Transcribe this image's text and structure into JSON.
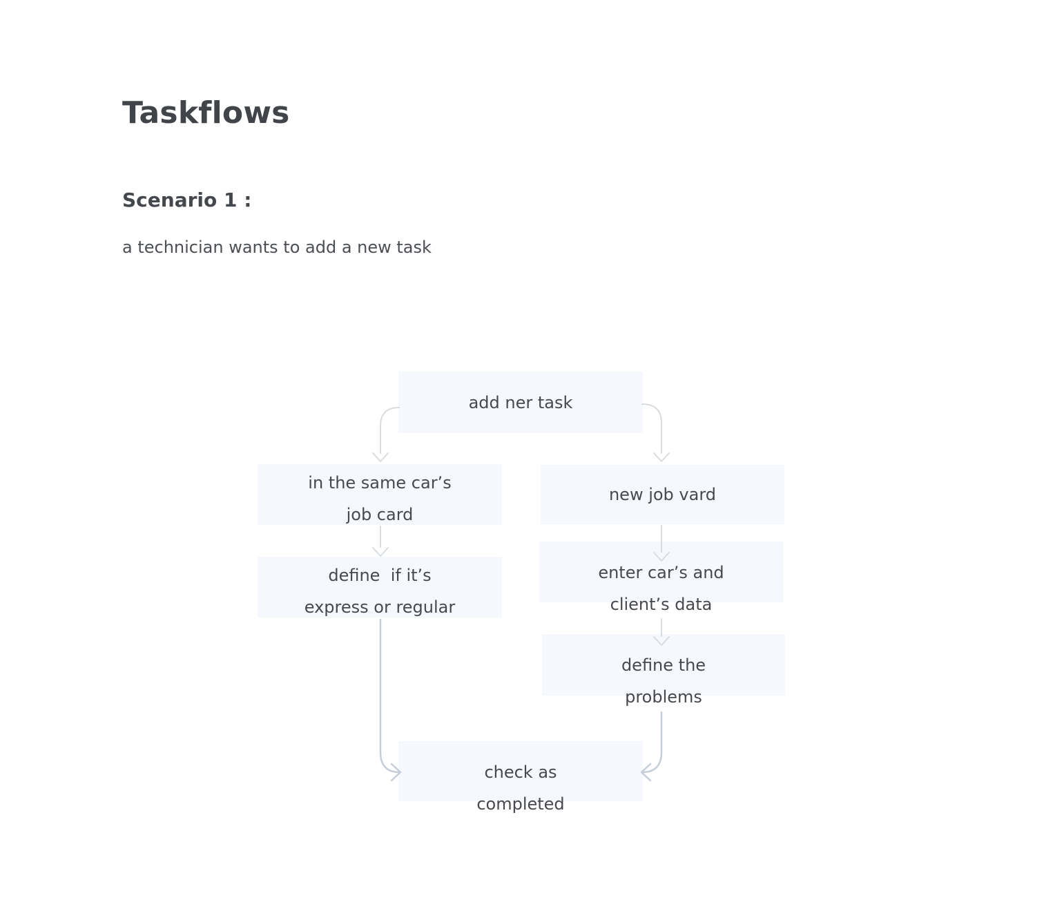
{
  "document": {
    "title": "Taskflows",
    "scenario": {
      "heading": "Scenario 1 :",
      "description": "a technician wants to add a new task"
    }
  },
  "flowchart": {
    "nodes": [
      {
        "id": "add-new-task",
        "lines": [
          "add ner task"
        ]
      },
      {
        "id": "same-cars-job-card",
        "lines": [
          "in the same car’s",
          "job card"
        ]
      },
      {
        "id": "new-job-card",
        "lines": [
          "new job vard"
        ]
      },
      {
        "id": "define-express-or-regular",
        "lines": [
          "define  if it’s",
          "express or regular"
        ]
      },
      {
        "id": "enter-cars-clients-data",
        "lines": [
          "enter car’s and",
          "client’s data"
        ]
      },
      {
        "id": "define-the-problems",
        "lines": [
          "define the",
          "problems"
        ]
      },
      {
        "id": "check-as-completed",
        "lines": [
          "check as",
          "completed"
        ]
      }
    ],
    "connectors": [
      {
        "from": "add-new-task",
        "to": "same-cars-job-card"
      },
      {
        "from": "add-new-task",
        "to": "new-job-card"
      },
      {
        "from": "same-cars-job-card",
        "to": "define-express-or-regular"
      },
      {
        "from": "new-job-card",
        "to": "enter-cars-clients-data"
      },
      {
        "from": "enter-cars-clients-data",
        "to": "define-the-problems"
      },
      {
        "from": "define-express-or-regular",
        "to": "check-as-completed"
      },
      {
        "from": "define-the-problems",
        "to": "check-as-completed"
      }
    ]
  },
  "colors": {
    "background": "#FFFFFF",
    "node_background": "#F5F8FC",
    "heading_text": "#414549",
    "body_text": "#46494D",
    "connector_gray": "#D9DCDF",
    "connector_accent": "#C5CEDA"
  }
}
